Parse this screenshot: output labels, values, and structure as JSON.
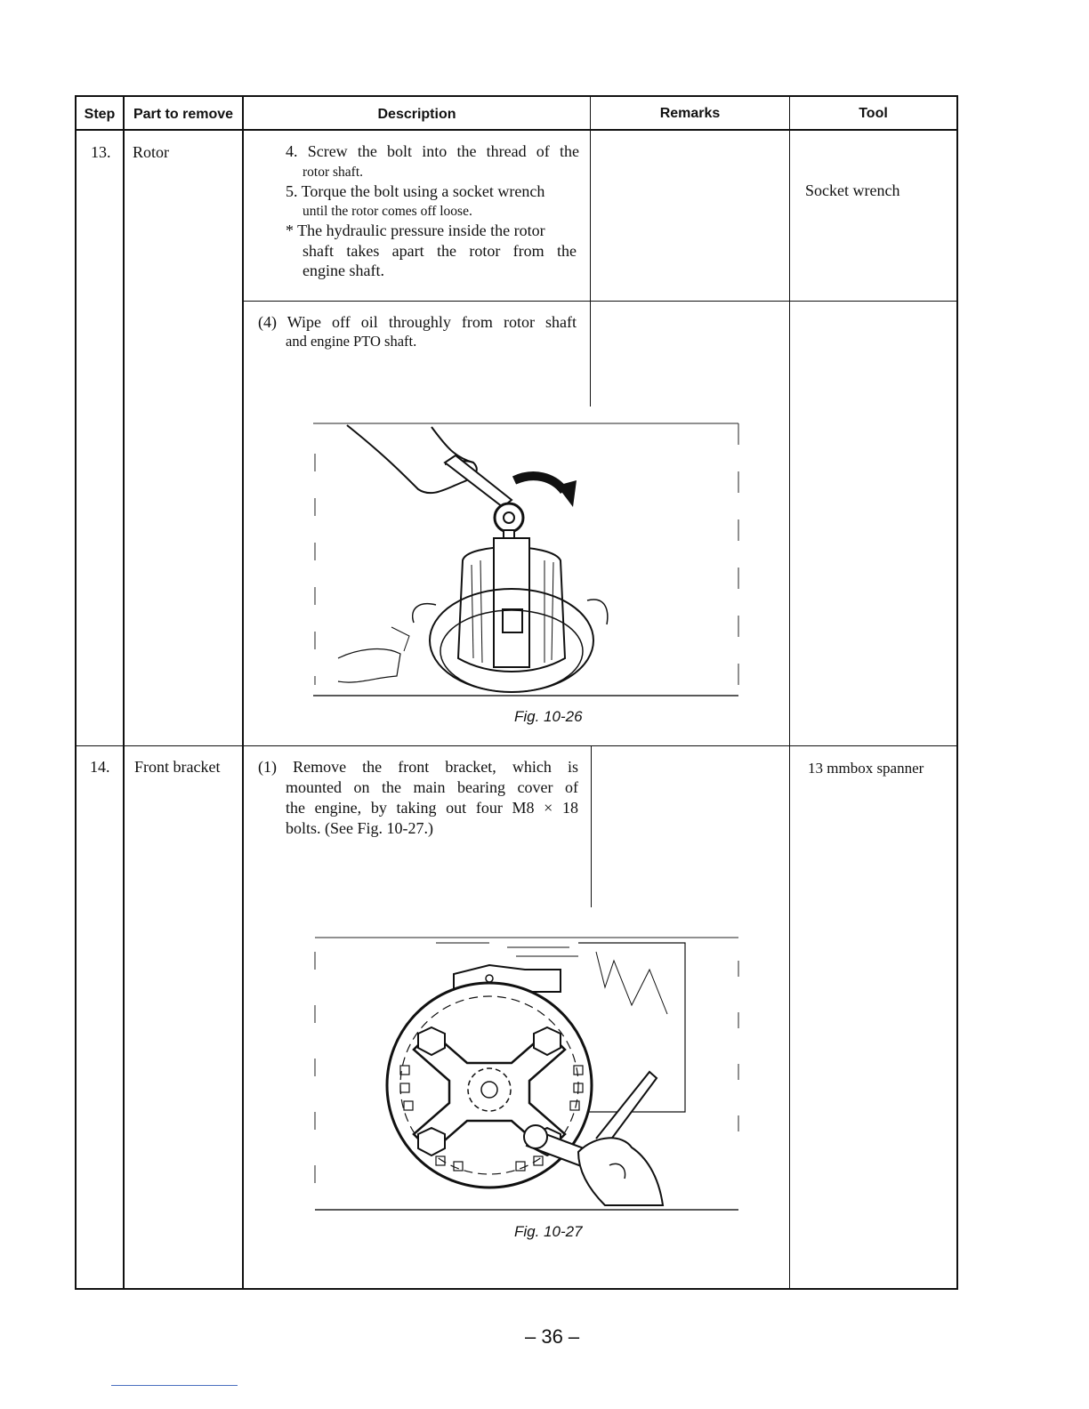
{
  "table": {
    "headers": {
      "step": "Step",
      "part": "Part to remove",
      "description": "Description",
      "remarks": "Remarks",
      "tool": "Tool"
    },
    "rows": [
      {
        "step": "13.",
        "part": "Rotor",
        "desc_lines": [
          "4. Screw the bolt into the thread of the",
          "rotor shaft.",
          "5. Torque the bolt using a socket wrench",
          "until the rotor comes off loose.",
          "* The hydraulic pressure inside the rotor",
          "shaft takes apart the rotor from the",
          "engine shaft."
        ],
        "tool": "Socket wrench",
        "sub_desc_lines": [
          "(4) Wipe off oil throughly from rotor shaft",
          "and engine PTO shaft."
        ],
        "figure_caption": "Fig. 10-26"
      },
      {
        "step": "14.",
        "part": "Front bracket",
        "desc_lines": [
          "(1) Remove the front bracket, which is",
          "mounted on the main bearing cover of",
          "the engine, by taking out four M8 × 18",
          "bolts. (See Fig. 10-27.)"
        ],
        "tool": "13 mmbox spanner",
        "figure_caption": "Fig. 10-27"
      }
    ]
  },
  "page_number": "– 36 –"
}
